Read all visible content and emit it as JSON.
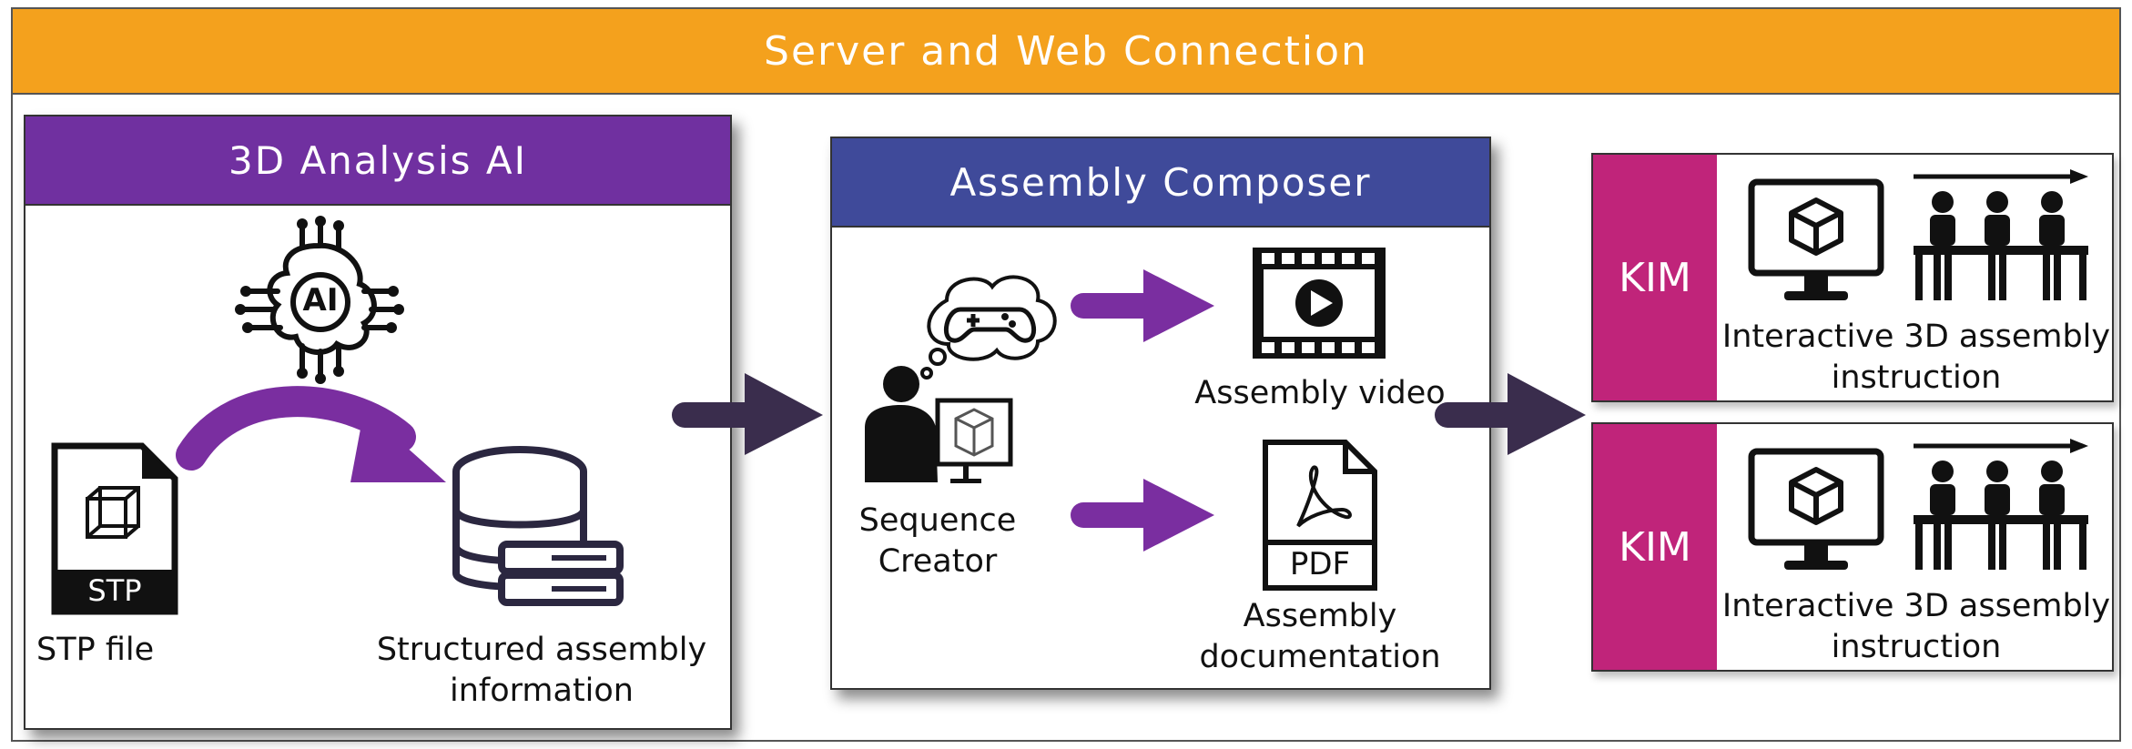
{
  "header": {
    "title": "Server and Web Connection"
  },
  "analysis": {
    "title": "3D Analysis AI",
    "ai_badge": "AI",
    "stp_badge": "STP",
    "stp_label": "STP file",
    "db_label_line1": "Structured assembly",
    "db_label_line2": "information"
  },
  "composer": {
    "title": "Assembly Composer",
    "creator_line1": "Sequence",
    "creator_line2": "Creator",
    "video_label": "Assembly video",
    "pdf_badge": "PDF",
    "doc_line1": "Assembly",
    "doc_line2": "documentation"
  },
  "kim_rows": [
    {
      "tag": "KIM",
      "label_line1": "Interactive 3D assembly",
      "label_line2": "instruction"
    },
    {
      "tag": "KIM",
      "label_line1": "Interactive 3D assembly",
      "label_line2": "instruction"
    }
  ],
  "colors": {
    "header": "#f4a11d",
    "analysis": "#7030a0",
    "composer": "#3f4a9a",
    "kim": "#c0247a",
    "arrow_purple": "#7a2ea0",
    "arrow_dark": "#3a2d4d"
  }
}
